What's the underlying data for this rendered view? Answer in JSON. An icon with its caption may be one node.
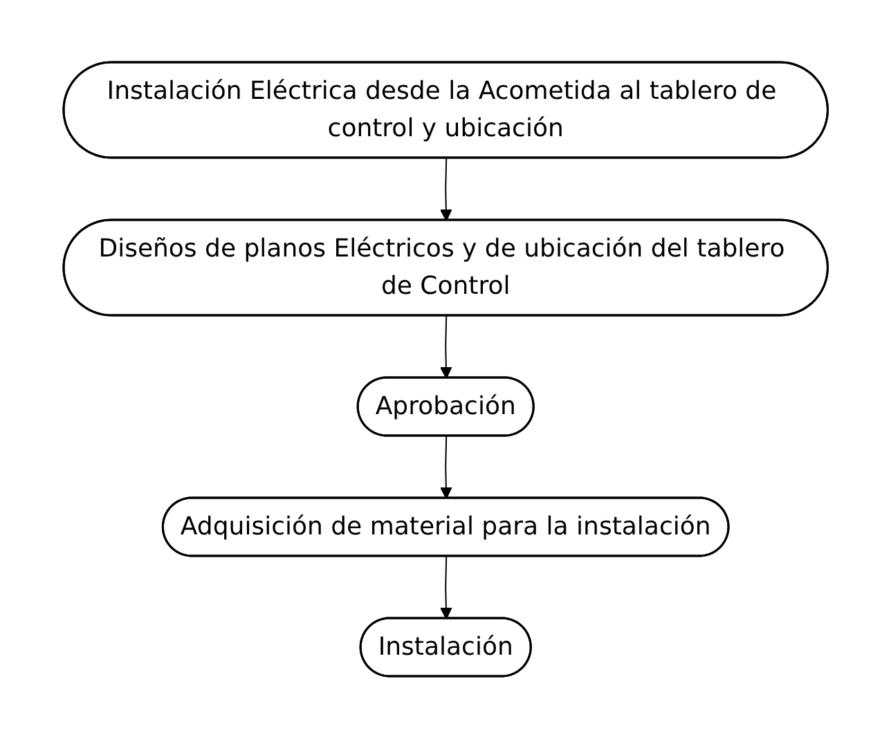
{
  "diagram": {
    "nodes": [
      {
        "text": [
          "Instalación Eléctrica desde la Acometida al tablero de control y ubicación"
        ]
      },
      {
        "text": [
          "Diseños de planos Eléctricos y de ubicación del tablero de Control"
        ]
      },
      {
        "text": [
          "Aprobación"
        ]
      },
      {
        "text": [
          "Adquisición de material para la instalación"
        ]
      },
      {
        "text": [
          "Instalación"
        ]
      }
    ],
    "edges": [
      {
        "from": 0,
        "to": 1,
        "arrow": "to"
      },
      {
        "from": 1,
        "to": 2,
        "arrow": "to"
      },
      {
        "from": 2,
        "to": 3,
        "arrow": "to"
      },
      {
        "from": 3,
        "to": 4,
        "arrow": "to"
      }
    ]
  }
}
